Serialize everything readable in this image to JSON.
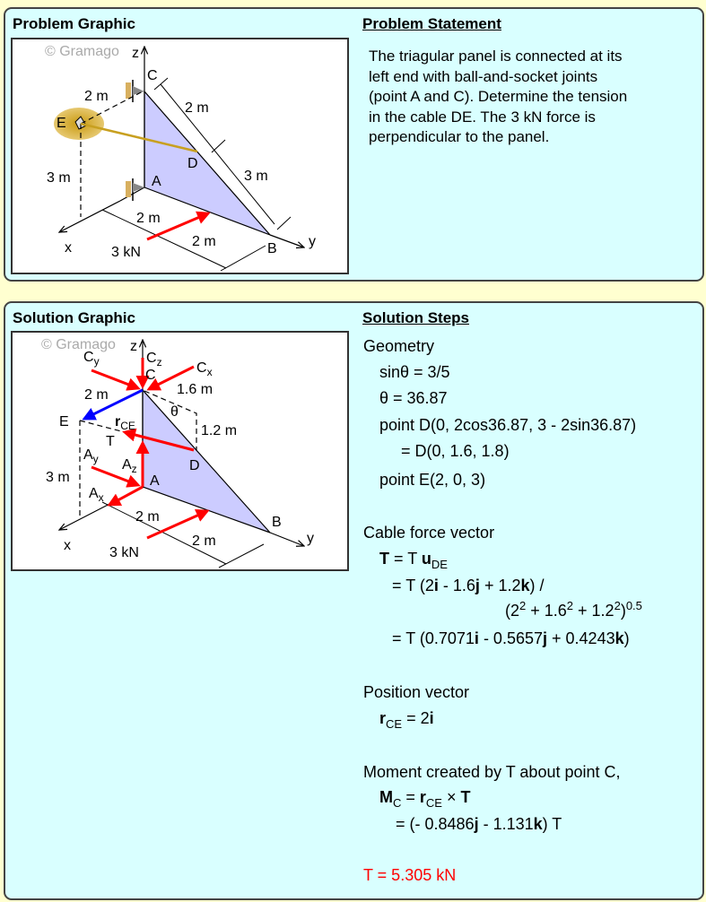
{
  "problem": {
    "graphic_title": "Problem Graphic",
    "statement_title": "Problem Statement",
    "statement_lines": [
      "The triagular panel is connected at its",
      "left end with ball-and-socket joints",
      "(point A and C). Determine the tension",
      "in the cable DE. The 3 kN force is",
      "perpendicular to the panel."
    ],
    "graphic": {
      "watermark": "© Gramago",
      "z": "z",
      "x": "x",
      "y": "y",
      "C": "C",
      "A": "A",
      "B": "B",
      "D": "D",
      "E": "E",
      "dim_2m_ec": "2 m",
      "dim_2m_cd": "2 m",
      "dim_3m_db": "3 m",
      "dim_3m_e": "3 m",
      "dim_2m_a": "2 m",
      "dim_2m_b": "2 m",
      "force": "3 kN"
    }
  },
  "solution": {
    "graphic_title": "Solution Graphic",
    "steps_title": "Solution Steps",
    "graphic": {
      "watermark": "© Gramago",
      "z": "z",
      "x": "x",
      "y": "y",
      "C": "C",
      "A": "A",
      "B": "B",
      "D": "D",
      "E": "E",
      "Cy": "C",
      "Cy_sub": "y",
      "Cz": "C",
      "Cz_sub": "z",
      "Cx": "C",
      "Cx_sub": "x",
      "Ay": "A",
      "Ay_sub": "y",
      "Az": "A",
      "Az_sub": "z",
      "Ax": "A",
      "Ax_sub": "x",
      "rCE": "r",
      "rCE_sub": "CE",
      "T": "T",
      "theta": "θ",
      "dim_2m_ec": "2 m",
      "dim_1_6": "1.6 m",
      "dim_1_2": "1.2 m",
      "dim_3m_e": "3 m",
      "dim_2m_a": "2 m",
      "dim_2m_b": "2 m",
      "force": "3 kN"
    },
    "steps": [
      [
        [
          "Geometry",
          ""
        ]
      ],
      [
        [
          "sinθ = 3/5",
          ""
        ]
      ],
      [
        [
          "θ = 36.87",
          ""
        ]
      ],
      [
        [
          "point D(0, 2cos36.87, 3 - 2sin36.87)",
          ""
        ]
      ],
      [
        [
          "= D(0, 1.6, 1.8)",
          ""
        ]
      ],
      [
        [
          "point E(2, 0, 3)",
          ""
        ]
      ],
      [
        [
          "Cable force vector",
          ""
        ]
      ],
      [
        [
          "T",
          "b"
        ],
        [
          " = T ",
          ""
        ],
        [
          "u",
          "b"
        ],
        [
          "DE",
          "sub"
        ]
      ],
      [
        [
          "= T (2",
          ""
        ],
        [
          "i",
          "b"
        ],
        [
          " - 1.6",
          ""
        ],
        [
          "j",
          "b"
        ],
        [
          " + 1.2",
          ""
        ],
        [
          "k",
          "b"
        ],
        [
          ") /",
          ""
        ]
      ],
      [
        [
          "(2",
          ""
        ],
        [
          "2",
          "sup"
        ],
        [
          " + 1.6",
          ""
        ],
        [
          "2",
          "sup"
        ],
        [
          " + 1.2",
          ""
        ],
        [
          "2",
          "sup"
        ],
        [
          ")",
          ""
        ],
        [
          "0.5",
          "sup"
        ]
      ],
      [
        [
          "= T (0.7071",
          ""
        ],
        [
          "i",
          "b"
        ],
        [
          " - 0.5657",
          ""
        ],
        [
          "j",
          "b"
        ],
        [
          " + 0.4243",
          ""
        ],
        [
          "k",
          "b"
        ],
        [
          ")",
          ""
        ]
      ],
      [
        [
          "Position vector",
          ""
        ]
      ],
      [
        [
          "r",
          "b"
        ],
        [
          "CE",
          "sub"
        ],
        [
          " = 2",
          ""
        ],
        [
          "i",
          "b"
        ]
      ],
      [
        [
          "Moment created by T about point C,",
          ""
        ]
      ],
      [
        [
          "M",
          "b"
        ],
        [
          "C",
          "sub"
        ],
        [
          " = ",
          ""
        ],
        [
          "r",
          "b"
        ],
        [
          "CE",
          "sub"
        ],
        [
          " × ",
          ""
        ],
        [
          "T",
          "b"
        ]
      ],
      [
        [
          "= (- 0.8486",
          ""
        ],
        [
          "j",
          "b"
        ],
        [
          " - 1.131",
          ""
        ],
        [
          "k",
          "b"
        ],
        [
          ") T",
          ""
        ]
      ],
      [
        [
          "T = 5.305 kN",
          ""
        ]
      ]
    ],
    "answer_color": "#ff0000"
  }
}
